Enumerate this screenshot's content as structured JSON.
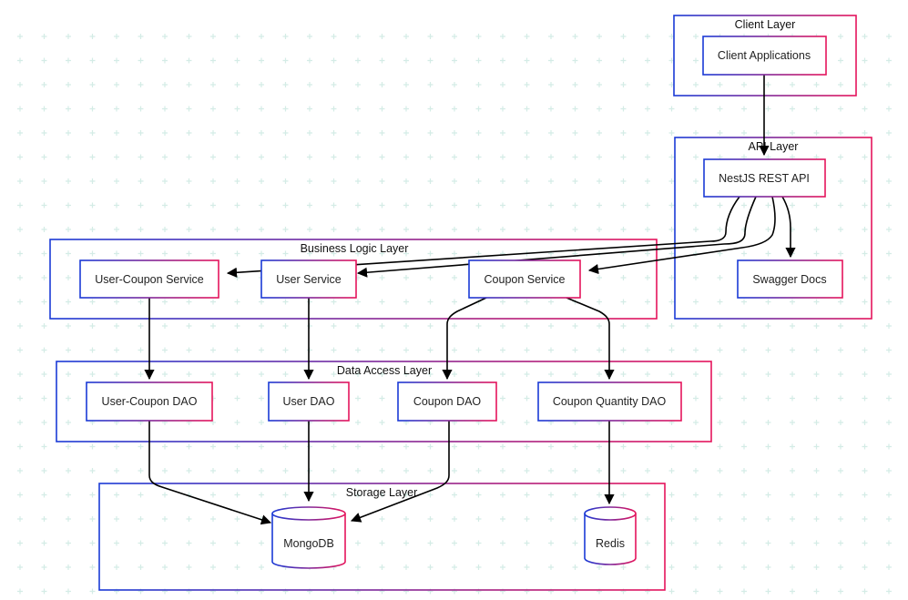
{
  "colors": {
    "gradient_start": "#1a3ad6",
    "gradient_end": "#e5145c",
    "edge": "#000000",
    "grid_plus": "#d4ece6",
    "background": "#ffffff"
  },
  "groups": {
    "client": {
      "label": "Client Layer"
    },
    "api": {
      "label": "API Layer"
    },
    "business": {
      "label": "Business Logic Layer"
    },
    "data_access": {
      "label": "Data Access Layer"
    },
    "storage": {
      "label": "Storage Layer"
    }
  },
  "nodes": {
    "client_apps": {
      "label": "Client Applications"
    },
    "nestjs_api": {
      "label": "NestJS REST API"
    },
    "swagger_docs": {
      "label": "Swagger Docs"
    },
    "user_coupon_service": {
      "label": "User-Coupon Service"
    },
    "user_service": {
      "label": "User Service"
    },
    "coupon_service": {
      "label": "Coupon Service"
    },
    "user_coupon_dao": {
      "label": "User-Coupon DAO"
    },
    "user_dao": {
      "label": "User DAO"
    },
    "coupon_dao": {
      "label": "Coupon DAO"
    },
    "coupon_quantity_dao": {
      "label": "Coupon Quantity DAO"
    },
    "mongodb": {
      "label": "MongoDB"
    },
    "redis": {
      "label": "Redis"
    }
  },
  "edges": [
    {
      "from": "client_apps",
      "to": "nestjs_api"
    },
    {
      "from": "nestjs_api",
      "to": "user_coupon_service"
    },
    {
      "from": "nestjs_api",
      "to": "user_service"
    },
    {
      "from": "nestjs_api",
      "to": "coupon_service"
    },
    {
      "from": "nestjs_api",
      "to": "swagger_docs"
    },
    {
      "from": "user_coupon_service",
      "to": "user_coupon_dao"
    },
    {
      "from": "user_service",
      "to": "user_dao"
    },
    {
      "from": "coupon_service",
      "to": "coupon_dao"
    },
    {
      "from": "coupon_service",
      "to": "coupon_quantity_dao"
    },
    {
      "from": "user_coupon_dao",
      "to": "mongodb"
    },
    {
      "from": "user_dao",
      "to": "mongodb"
    },
    {
      "from": "coupon_dao",
      "to": "mongodb"
    },
    {
      "from": "coupon_quantity_dao",
      "to": "redis"
    }
  ]
}
